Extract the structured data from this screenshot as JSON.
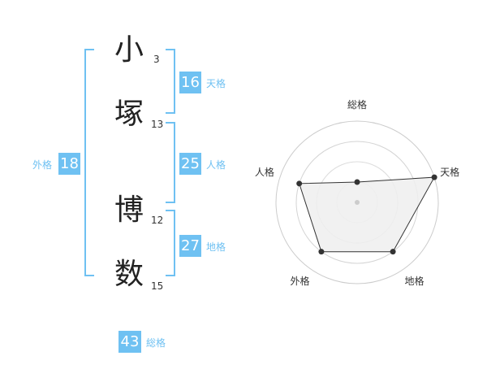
{
  "name": {
    "characters": [
      {
        "char": "小",
        "strokes": "3"
      },
      {
        "char": "塚",
        "strokes": "13"
      },
      {
        "char": "博",
        "strokes": "12"
      },
      {
        "char": "数",
        "strokes": "15"
      }
    ]
  },
  "kaku": {
    "tenkaku": {
      "value": "16",
      "label": "天格"
    },
    "jinkaku": {
      "value": "25",
      "label": "人格"
    },
    "chikaku": {
      "value": "27",
      "label": "地格"
    },
    "gaikaku": {
      "value": "18",
      "label": "外格"
    },
    "soukaku": {
      "value": "43",
      "label": "総格"
    }
  },
  "colors": {
    "accent": "#6fc1f2",
    "text": "#222222",
    "radar_fill": "#eeeeee",
    "radar_line": "#333333"
  },
  "chart_data": {
    "type": "radar",
    "axes": [
      "総格",
      "天格",
      "地格",
      "外格",
      "人格"
    ],
    "values": [
      0.25,
      1.0,
      0.75,
      0.75,
      0.75
    ],
    "range": [
      0,
      1
    ],
    "grid": true,
    "grid_rings": 4
  }
}
